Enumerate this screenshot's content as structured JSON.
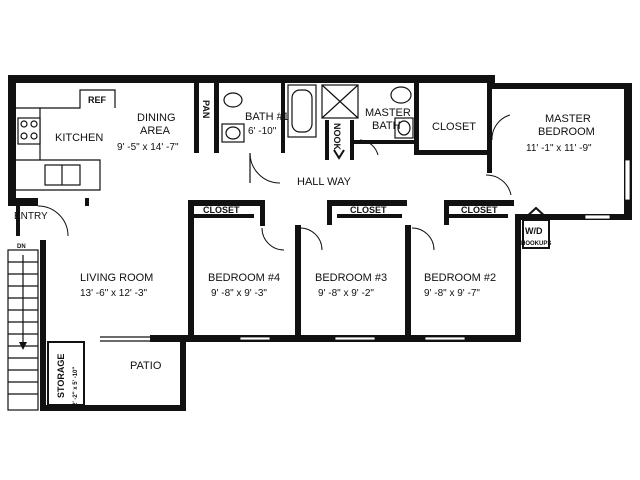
{
  "rooms": {
    "kitchen": "KITCHEN",
    "ref": "REF",
    "dining": {
      "name": "DINING",
      "name2": "AREA",
      "dim": "9' -5\" x 14' -7\""
    },
    "pan": "PAN",
    "bath1": {
      "name": "BATH #1",
      "dim": "6' -10\""
    },
    "nook": "NOOK",
    "master_bath": {
      "name": "MASTER",
      "name2": "BATH"
    },
    "closet_master": "CLOSET",
    "master_bedroom": {
      "name": "MASTER",
      "name2": "BEDROOM",
      "dim": "11' -1\" x 11' -9\""
    },
    "hallway": "HALL WAY",
    "entry": "ENTRY",
    "dn": "DN",
    "living": {
      "name": "LIVING ROOM",
      "dim": "13' -6\" x 12' -3\""
    },
    "bedroom4": {
      "name": "BEDROOM #4",
      "dim": "9' -8\" x 9' -3\"",
      "closet": "CLOSET"
    },
    "bedroom3": {
      "name": "BEDROOM #3",
      "dim": "9' -8\" x 9' -2\"",
      "closet": "CLOSET"
    },
    "bedroom2": {
      "name": "BEDROOM #2",
      "dim": "9' -8\" x 9' -7\"",
      "closet": "CLOSET"
    },
    "wd": {
      "name": "W/D",
      "sub": "HOOKUPS"
    },
    "storage": {
      "name": "STORAGE",
      "dim": "2' -2\" x 5' -10\""
    },
    "patio": "PATIO"
  }
}
